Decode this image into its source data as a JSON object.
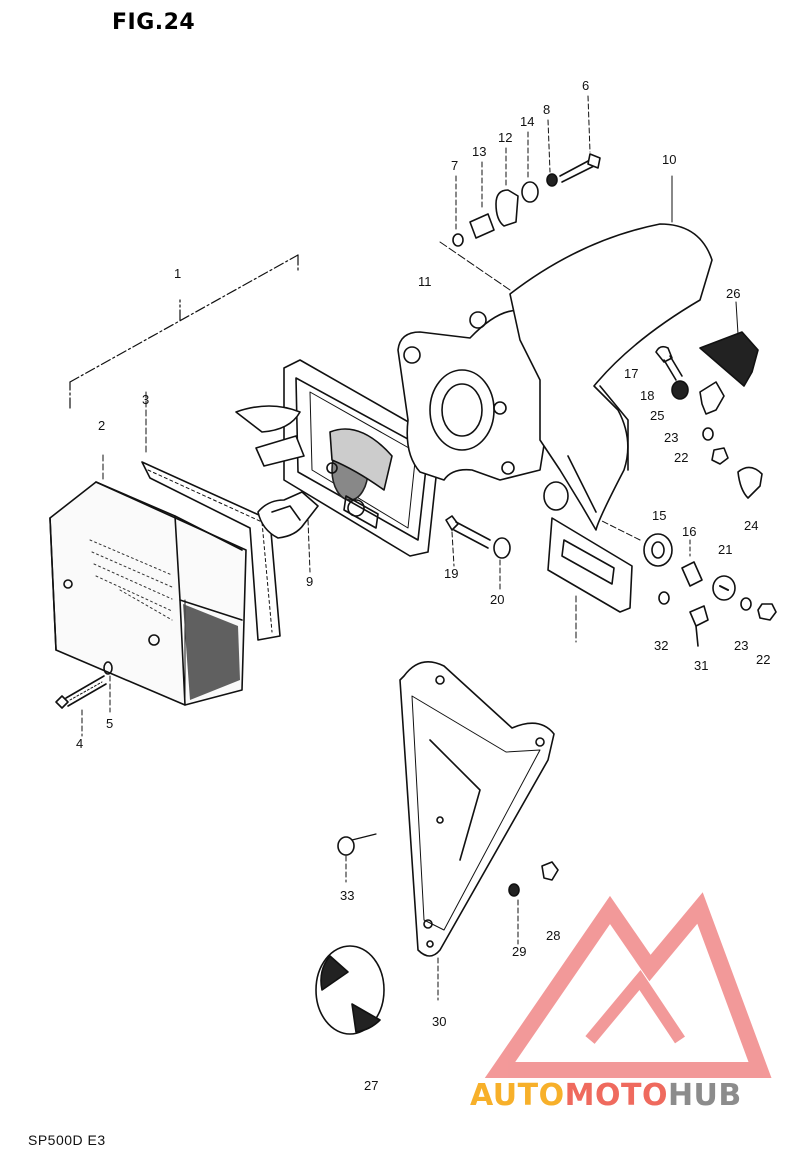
{
  "figure": {
    "title": "FIG.24"
  },
  "footer": {
    "code": "SP500D E3"
  },
  "watermark": {
    "part1": "AUTO",
    "part2": "MOTO",
    "part3": "HUB",
    "colors": {
      "auto": "#f7b02a",
      "moto": "#ef6a5e",
      "hub": "#8c8c8c",
      "logo": "#f08080"
    }
  },
  "callouts": {
    "c1": "1",
    "c2": "2",
    "c3": "3",
    "c4": "4",
    "c5": "5",
    "c6": "6",
    "c7": "7",
    "c8": "8",
    "c9": "9",
    "c10": "10",
    "c11": "11",
    "c12": "12",
    "c13": "13",
    "c14": "14",
    "c15": "15",
    "c16": "16",
    "c17": "17",
    "c18": "18",
    "c19": "19",
    "c20": "20",
    "c21": "21",
    "c22a": "22",
    "c22b": "22",
    "c23a": "23",
    "c23b": "23",
    "c24": "24",
    "c25": "25",
    "c26": "26",
    "c27": "27",
    "c28": "28",
    "c29": "29",
    "c30": "30",
    "c31": "31",
    "c32": "32",
    "c33": "33"
  }
}
